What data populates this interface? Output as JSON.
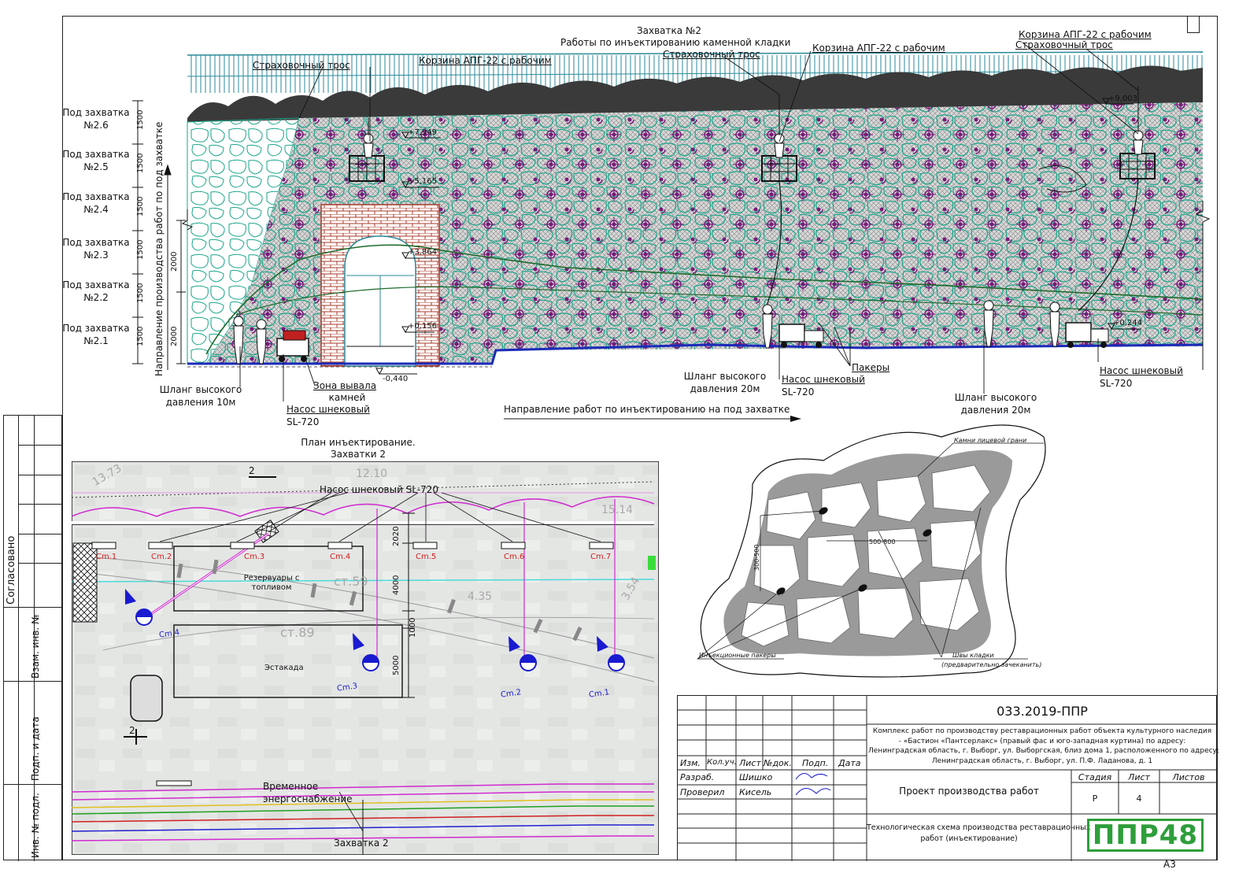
{
  "top_section": {
    "title_line1": "Захватка №2",
    "title_line2": "Работы по инъектированию каменной кладки",
    "labels": {
      "safety_rope": "Страховочный трос",
      "basket": "Корзина АПГ-22 с рабочим",
      "hose_10": "Шланг высокого",
      "hose_10b": "давления 10м",
      "hose_20": "Шланг высокого",
      "hose_20b": "давления 20м",
      "pump": "Насос шнековый",
      "pump_model": "SL-720",
      "packers": "Пакеры",
      "fall_zone_1": "Зона вывала",
      "fall_zone_2": "камней",
      "direction_sub": "Направление работ по инъектированию на под захватке",
      "direction_main": "Направление производства работ по под захватке"
    },
    "elevations": [
      "+7,949",
      "+5,165",
      "+3,864",
      "+0,156",
      "-0,440",
      "+0,244",
      "+9,003"
    ],
    "subzones": [
      {
        "name": "Под захватка",
        "num": "№2.6",
        "dim": "1500"
      },
      {
        "name": "Под захватка",
        "num": "№2.5",
        "dim": "1500"
      },
      {
        "name": "Под захватка",
        "num": "№2.4",
        "dim": "1500"
      },
      {
        "name": "Под захватка",
        "num": "№2.3",
        "dim": "1500"
      },
      {
        "name": "Под захватка",
        "num": "№2.2",
        "dim": "1500"
      },
      {
        "name": "Под захватка",
        "num": "№2.1",
        "dim": "1500"
      }
    ],
    "dims_left": [
      "2000",
      "2000"
    ]
  },
  "plan": {
    "title_line1": "План инъектирование.",
    "title_line2": "Захватки 2",
    "pump_label": "Насос шнековый SL-720",
    "tanks": "Резервуары с",
    "tanks2": "топливом",
    "estakada": "Эстакада",
    "power_1": "Временное",
    "power_2": "энергоснабжение",
    "zone": "Захватка 2",
    "section_mark": "2",
    "stations_red": [
      "Cm.1",
      "Cm.2",
      "Cm.3",
      "Cm.4",
      "Cm.5",
      "Cm.6",
      "Cm.7"
    ],
    "stations_blue": [
      "Cm.4",
      "Cm.3",
      "Cm.2",
      "Cm.1"
    ],
    "dims": [
      "2020",
      "4000",
      "1000",
      "5000"
    ],
    "ground_marks": [
      "13.73",
      "12.10",
      "15.14",
      "4.35",
      "3.54",
      "ст.89",
      "ст.59"
    ]
  },
  "detail": {
    "face_stones": "Камни лицевой грани",
    "packers": "Инъекционные пакеры",
    "joints": "Швы кладки",
    "joints2": "(предварительно зачеканить)",
    "dim1": "500-800",
    "dim2": "300-500"
  },
  "title_block": {
    "code": "033.2019-ППР",
    "desc": [
      "Комплекс работ по производству реставрационных работ объекта культурного наследия",
      "- «Бастион «Пантсерлакс» (правый фас и юго-западная куртина)  по адресу:",
      "Ленинградская область, г. Выборг, ул. Выборгская, близ дома 1, расположенного по адресу:",
      "Ленинградская область, г. Выборг, ул. П.Ф. Ладанова, д. 1"
    ],
    "hdr": [
      "Изм.",
      "Кол.уч.",
      "Лист",
      "№док.",
      "Подп.",
      "Дата"
    ],
    "role1": "Разраб.",
    "name1": "Шишко",
    "role2": "Проверил",
    "name2": "Кисель",
    "project": "Проект производства работ",
    "stage_h": "Стадия",
    "sheet_h": "Лист",
    "sheets_h": "Листов",
    "stage": "Р",
    "sheet": "4",
    "scheme1": "Технологическая схема производства реставрационных",
    "scheme2": "работ (инъектирование)",
    "logo": "ППР48",
    "format": "А3"
  },
  "side_stamp": {
    "agreed": "Согласовано",
    "f1": "Взам. инв. №",
    "f2": "Подп. и дата",
    "f3": "Инв. № подл."
  },
  "colors": {
    "wall_green": "#1aa58a",
    "packer_purple": "#7a1a7a",
    "ground_blue": "#1a2bb8",
    "fence_teal": "#2a8a9a",
    "brick_red": "#a83a2a",
    "logo_green": "#2e9e3a",
    "station_red": "#d02020",
    "station_blue": "#1a1ad0",
    "magenta": "#d02ad0"
  }
}
